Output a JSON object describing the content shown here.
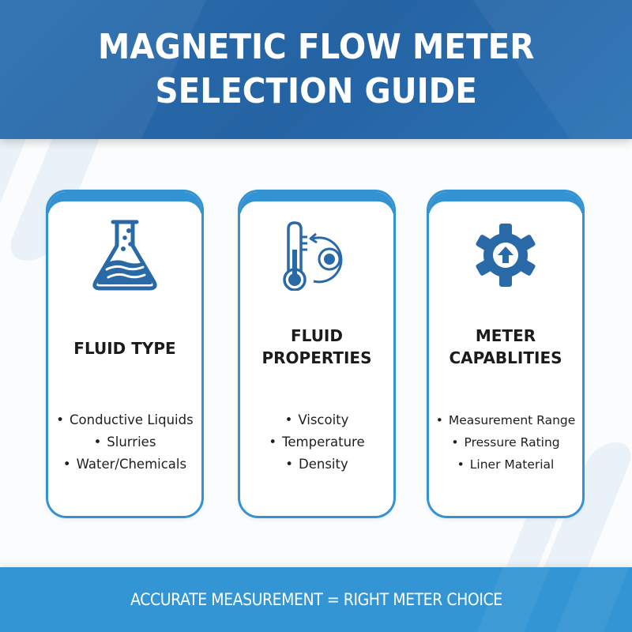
{
  "header": {
    "title_line1": "MAGNETIC FLOW METER",
    "title_line2": "SELECTION GUIDE",
    "color": "#2565a5"
  },
  "cards": [
    {
      "icon": "flask-icon",
      "title_line1": "FLUID TYPE",
      "title_line2": "",
      "items": [
        "Conductive Liquids",
        "Slurries",
        "Water/Chemicals"
      ]
    },
    {
      "icon": "thermometer-rotation-icon",
      "title_line1": "FLUID",
      "title_line2": "PROPERTIES",
      "items": [
        "Viscoity",
        "Temperature",
        "Density"
      ]
    },
    {
      "icon": "gear-arrow-up-icon",
      "title_line1": "METER",
      "title_line2": "CAPABLITIES",
      "items": [
        "Measurement Range",
        "Pressure Rating",
        "Liner Material"
      ]
    }
  ],
  "footer": {
    "text": "ACCURATE MEASUREMENT = RIGHT METER CHOICE",
    "color": "#3395d3"
  },
  "colors": {
    "accent": "#3393d2",
    "icon": "#2a69a8",
    "text": "#1b1b1b"
  }
}
